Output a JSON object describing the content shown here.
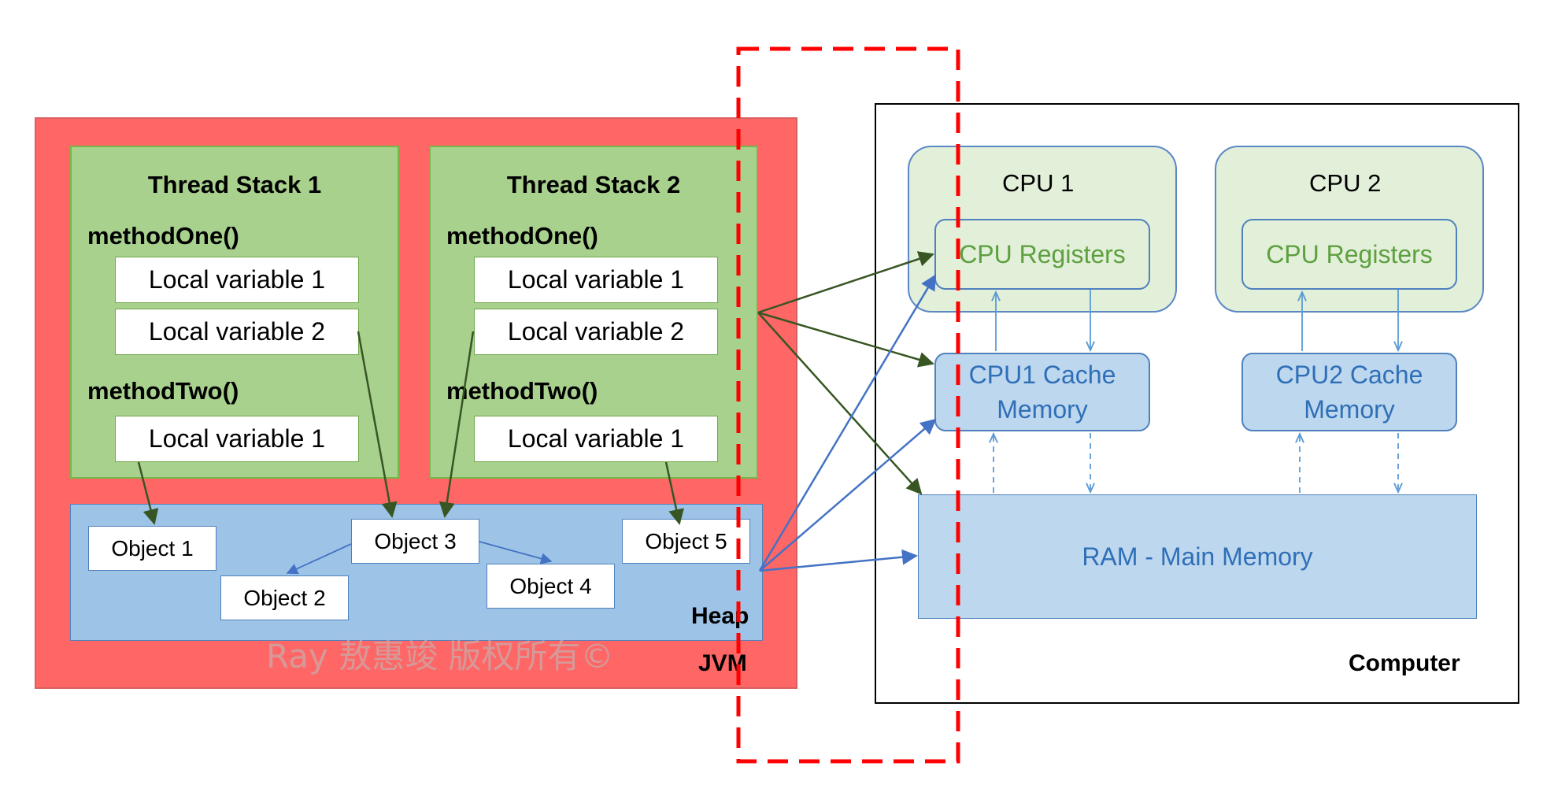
{
  "jvm": {
    "label": "JVM",
    "thread_stacks": [
      {
        "title": "Thread Stack 1",
        "method_one": "methodOne()",
        "method_one_vars": [
          "Local variable 1",
          "Local variable 2"
        ],
        "method_two": "methodTwo()",
        "method_two_vars": [
          "Local variable 1"
        ]
      },
      {
        "title": "Thread Stack 2",
        "method_one": "methodOne()",
        "method_one_vars": [
          "Local variable 1",
          "Local variable 2"
        ],
        "method_two": "methodTwo()",
        "method_two_vars": [
          "Local variable 1"
        ]
      }
    ],
    "heap": {
      "label": "Heap",
      "objects": [
        "Object 1",
        "Object 2",
        "Object 3",
        "Object 4",
        "Object 5"
      ]
    }
  },
  "computer": {
    "label": "Computer",
    "cpus": [
      {
        "title": "CPU 1",
        "registers": "CPU Registers",
        "cache_line1": "CPU1 Cache",
        "cache_line2": "Memory"
      },
      {
        "title": "CPU 2",
        "registers": "CPU Registers",
        "cache_line1": "CPU2 Cache",
        "cache_line2": "Memory"
      }
    ],
    "ram": "RAM - Main Memory"
  },
  "watermark": "Ray 敖惠竣 版权所有©",
  "colors": {
    "jvm_fill": "#ff6666",
    "stack_fill": "#a9d18e",
    "heap_fill": "#9dc3e6",
    "cpu_fill": "#e2efd9",
    "cache_fill": "#bdd7ee",
    "green_arrow": "#375623",
    "blue_arrow": "#4472c4",
    "highlight_dash": "#ff0000"
  }
}
